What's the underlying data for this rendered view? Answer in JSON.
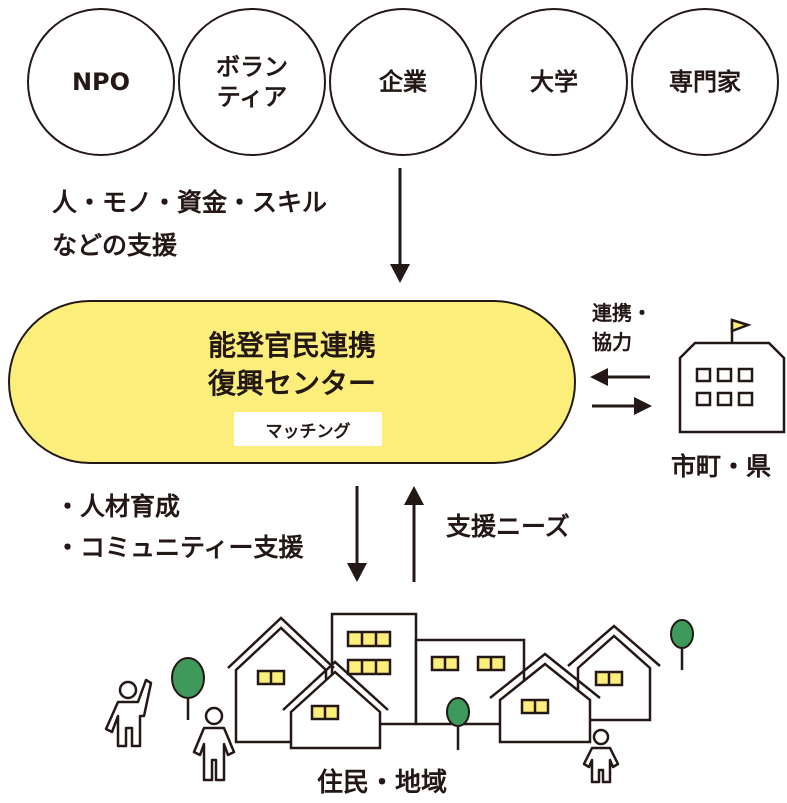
{
  "supporters": [
    {
      "label": "NPO"
    },
    {
      "label": "ボラン\nティア"
    },
    {
      "label": "企業"
    },
    {
      "label": "大学"
    },
    {
      "label": "専門家"
    }
  ],
  "support_text": {
    "line1": "人・モノ・資金・スキル",
    "line2": "などの支援"
  },
  "center": {
    "title_line1": "能登官民連携",
    "title_line2": "復興センター",
    "badge": "マッチング"
  },
  "government": {
    "relation_line1": "連携・",
    "relation_line2": "協力",
    "label": "市町・県"
  },
  "down_text": {
    "line1": "・人材育成",
    "line2": "・コミュニティー支援"
  },
  "up_text": "支援ニーズ",
  "residents_label": "住民・地域",
  "colors": {
    "yellow": "#fbee7a",
    "ink": "#231815",
    "tree_green": "#3d9a5a"
  }
}
